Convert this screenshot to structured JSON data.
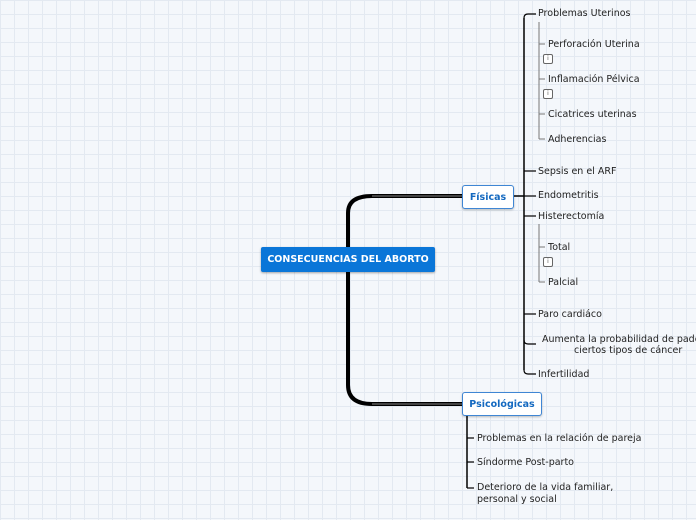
{
  "root": {
    "label": "CONSECUENCIAS DEL ABORTO"
  },
  "branches": {
    "fisicas": {
      "label": "Físicas",
      "items": {
        "problemas_uterinos": {
          "label": "Problemas Uterinos",
          "children": [
            "Perforación Uterina",
            "Inflamación Pélvica",
            "Cicatrices uterinas",
            "Adherencias"
          ]
        },
        "sepsis": "Sepsis en el ARF",
        "endometritis": "Endometritis",
        "histerectomia": {
          "label": "Histerectomía",
          "children": [
            "Total",
            "Palcial"
          ]
        },
        "paro": "Paro cardiáco",
        "cancer_line1": "Aumenta la probabilidad de padecer",
        "cancer_line2": "ciertos tipos de cáncer",
        "infertilidad": "Infertilidad"
      }
    },
    "psicologicas": {
      "label": "Psicológicas",
      "items": [
        "Problemas en la relación de pareja",
        "Síndorme Post-parto",
        "Deterioro de la vida familiar, personal y social"
      ]
    }
  },
  "icons": {
    "note": "note-icon"
  },
  "colors": {
    "root": "#0a76d8",
    "main_border": "#3f86d4",
    "main_text": "#1469c0",
    "line": "#555555"
  }
}
